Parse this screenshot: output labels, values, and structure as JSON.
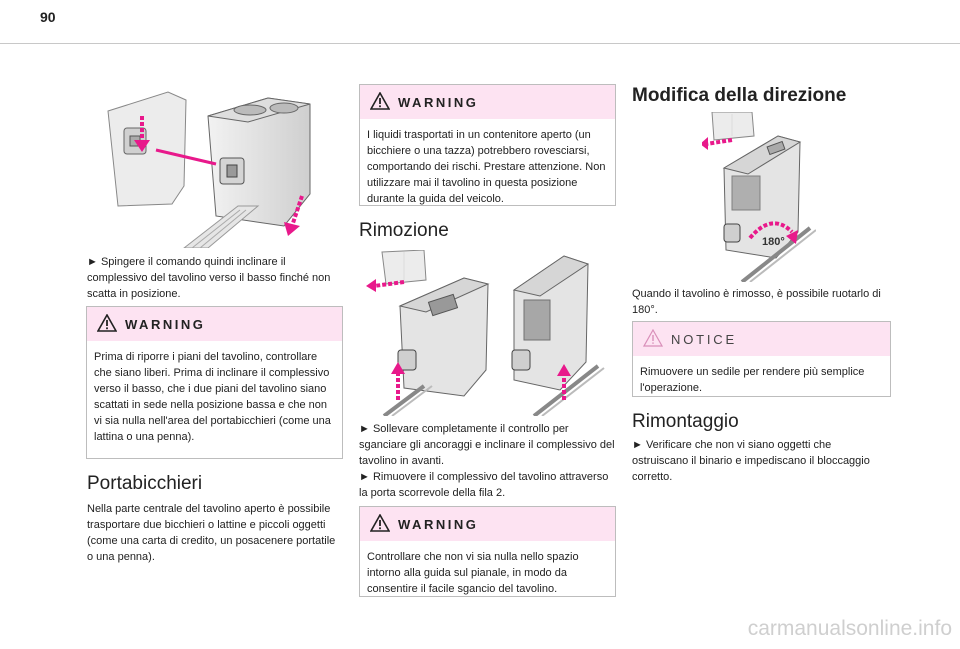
{
  "page_number": "90",
  "col1": {
    "step1": "► Spingere il comando quindi inclinare il complessivo del tavolino verso il basso finché non scatta in posizione.",
    "warning_title": "WARNING",
    "warning_text": "Prima di riporre i piani del tavolino, controllare che siano liberi. Prima di inclinare il complessivo verso il basso, che i due piani del tavolino siano scattati in sede nella posizione bassa e che non vi sia nulla nell'area del portabicchieri (come una lattina o una penna).",
    "heading": "Portabicchieri",
    "body": "Nella parte centrale del tavolino aperto è possibile trasportare due bicchieri o lattine e piccoli oggetti (come una carta di credito, un posacenere portatile o una penna)."
  },
  "col2": {
    "warning1_title": "WARNING",
    "warning1_text": "I liquidi trasportati in un contenitore aperto (un bicchiere o una tazza) potrebbero rovesciarsi, comportando dei rischi. Prestare attenzione. Non utilizzare mai il tavolino in questa posizione durante la guida del veicolo.",
    "heading": "Rimozione",
    "step1": "► Sollevare completamente il controllo per sganciare gli ancoraggi e inclinare il complessivo del tavolino in avanti.",
    "step2": "► Rimuovere il complessivo del tavolino attraverso la porta scorrevole della fila 2.",
    "warning2_title": "WARNING",
    "warning2_text": "Controllare che non vi sia nulla nello spazio intorno alla guida sul pianale, in modo da consentire il facile sgancio del tavolino."
  },
  "col3": {
    "heading": "Modifica della direzione",
    "figure_label": "180°",
    "body": "Quando il tavolino è rimosso, è possibile ruotarlo di 180°.",
    "notice_title": "NOTICE",
    "notice_text": "Rimuovere un sedile per rendere più semplice l'operazione.",
    "heading2": "Rimontaggio",
    "step1": "► Verificare che non vi siano oggetti che ostruiscano il binario e impediscano il bloccaggio corretto."
  },
  "watermark": "carmanualsonline.info",
  "colors": {
    "accent_pink": "#e8198b",
    "box_head": "#fde3f2"
  }
}
